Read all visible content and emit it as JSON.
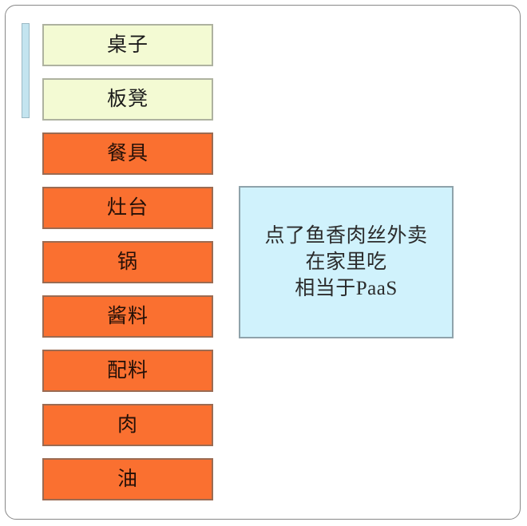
{
  "diagram": {
    "title": "IaaS / PaaS / SaaS cooking analogy diagram",
    "colors": {
      "pale_fill": "#f3fad3",
      "pale_border": "#aeb2a0",
      "orange_fill": "#fa7030",
      "orange_border": "#9b6b52",
      "callout_fill": "#d0f2fc",
      "callout_border": "#8fa3ab",
      "accent_bar_fill": "#c3e4ef",
      "accent_bar_border": "#9bb9c4",
      "frame_border": "#888888"
    },
    "accent_bar": {
      "name": "left-vertical-indicator"
    },
    "stack": [
      {
        "label": "桌子",
        "style": "pale"
      },
      {
        "label": "板凳",
        "style": "pale"
      },
      {
        "label": "餐具",
        "style": "orange"
      },
      {
        "label": "灶台",
        "style": "orange"
      },
      {
        "label": "锅",
        "style": "orange"
      },
      {
        "label": "酱料",
        "style": "orange"
      },
      {
        "label": "配料",
        "style": "orange"
      },
      {
        "label": "肉",
        "style": "orange"
      },
      {
        "label": "油",
        "style": "orange"
      }
    ],
    "callout": {
      "lines": [
        "点了鱼香肉丝外卖",
        "在家里吃",
        "相当于PaaS"
      ]
    }
  }
}
